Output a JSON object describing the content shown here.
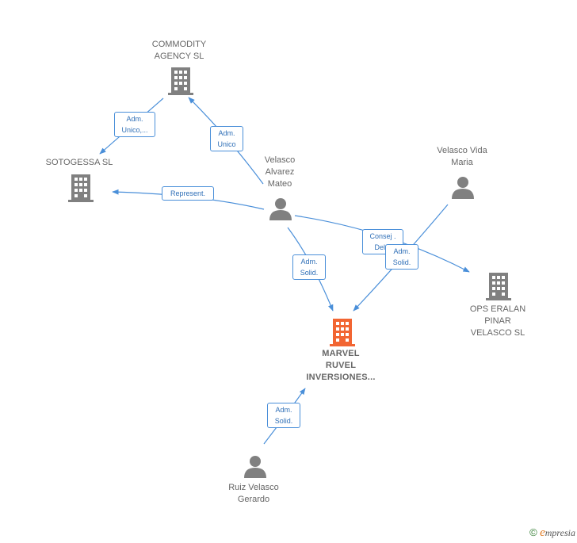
{
  "nodes": {
    "commodity": [
      "COMMODITY",
      "AGENCY SL"
    ],
    "sotogessa": [
      "SOTOGESSA  SL"
    ],
    "velasco_alvarez": [
      "Velasco",
      "Alvarez",
      "Mateo"
    ],
    "velasco_vida": [
      "Velasco Vida",
      "Maria"
    ],
    "ops": [
      "OPS ERALAN",
      "PINAR",
      "VELASCO SL"
    ],
    "marvel": [
      "MARVEL",
      "RUVEL",
      "INVERSIONES..."
    ],
    "ruiz": [
      "Ruiz Velasco",
      "Gerardo"
    ]
  },
  "edge_labels": {
    "e1": [
      "Adm.",
      "Unico,..."
    ],
    "e2": [
      "Adm.",
      "Unico"
    ],
    "e3": [
      "Represent."
    ],
    "e4": [
      "Adm.",
      "Solid."
    ],
    "e5": [
      "Consej .",
      "Del..."
    ],
    "e6": [
      "Adm.",
      "Solid."
    ],
    "e7": [
      "Adm.",
      "Solid."
    ]
  },
  "footer": {
    "copyright": "©",
    "brand_first": "e",
    "brand_rest": "mpresia"
  },
  "colors": {
    "edge": "#4a8fd9",
    "company": "#808080",
    "main_company": "#f26532",
    "person": "#808080"
  }
}
